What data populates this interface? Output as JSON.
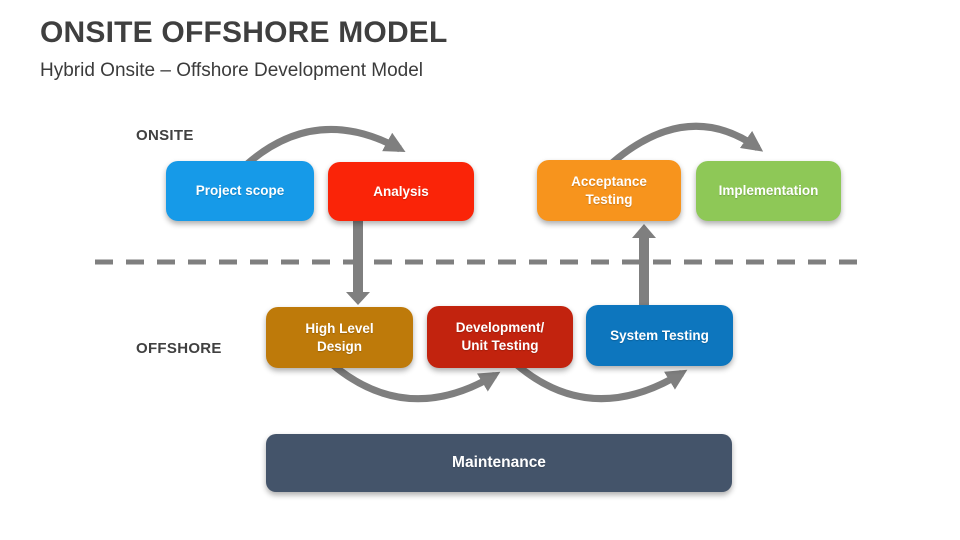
{
  "slide": {
    "title": "ONSITE OFFSHORE MODEL",
    "subtitle": "Hybrid Onsite – Offshore Development Model"
  },
  "labels": {
    "onsite": "ONSITE",
    "offshore": "OFFSHORE"
  },
  "nodes": {
    "project_scope": {
      "label": "Project scope",
      "color": "#169AE8"
    },
    "analysis": {
      "label": "Analysis",
      "color": "#FA2408"
    },
    "acceptance_testing": {
      "label": "Acceptance\nTesting",
      "color": "#F7941D"
    },
    "implementation": {
      "label": "Implementation",
      "color": "#8EC857"
    },
    "high_level_design": {
      "label": "High Level\nDesign",
      "color": "#BE7A0A"
    },
    "development_unit_testing": {
      "label": "Development/\nUnit Testing",
      "color": "#C2230E"
    },
    "system_testing": {
      "label": "System Testing",
      "color": "#0D76BE"
    },
    "maintenance": {
      "label": "Maintenance",
      "color": "#44546A"
    }
  },
  "colors": {
    "arrow": "#7F7F7F",
    "heading_text": "#3F3F3F",
    "node_text": "#FFFFFF",
    "background": "#FFFFFF"
  }
}
